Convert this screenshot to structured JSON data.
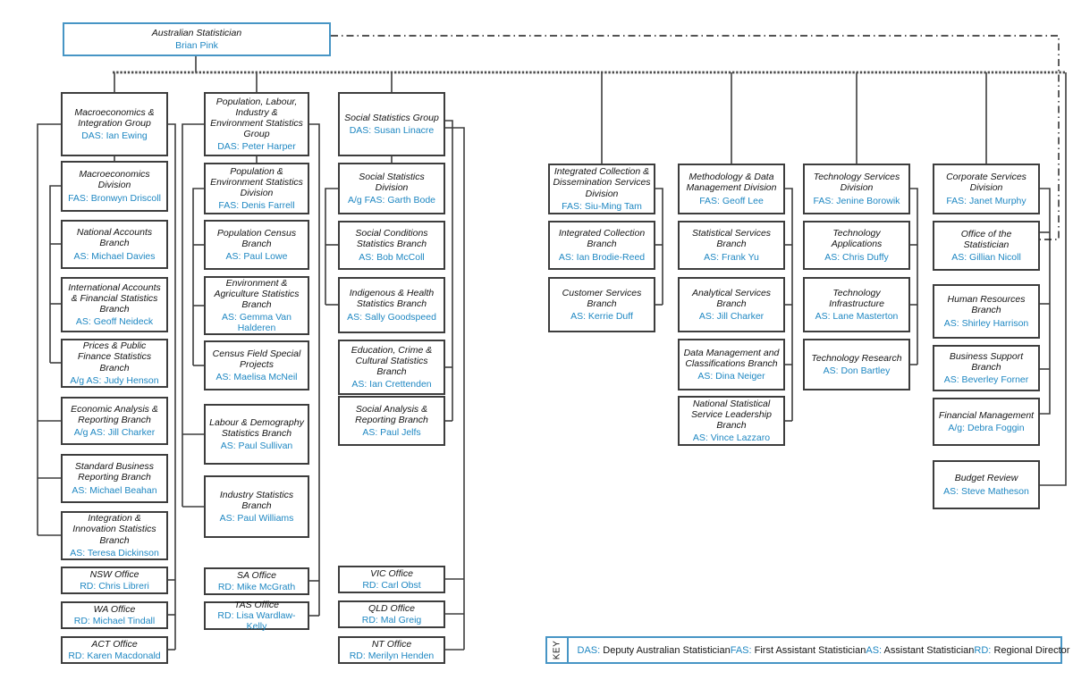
{
  "title_box": {
    "title": "Australian Statistician",
    "person": "Brian Pink"
  },
  "columns": [
    {
      "boxes": [
        {
          "title": "Macroeconomics & Integration Group",
          "person": "DAS: Ian Ewing"
        },
        {
          "title": "Macroeconomics Division",
          "person": "FAS: Bronwyn Driscoll"
        },
        {
          "title": "National Accounts Branch",
          "person": "AS: Michael Davies"
        },
        {
          "title": "International Accounts & Financial Statistics Branch",
          "person": "AS: Geoff Neideck"
        },
        {
          "title": "Prices & Public Finance Statistics Branch",
          "person": "A/g AS: Judy Henson"
        },
        {
          "title": "Economic Analysis & Reporting Branch",
          "person": "A/g AS: Jill Charker"
        },
        {
          "title": "Standard Business Reporting Branch",
          "person": "AS: Michael Beahan"
        },
        {
          "title": "Integration & Innovation Statistics Branch",
          "person": "AS: Teresa Dickinson"
        },
        {
          "title": "NSW Office",
          "person": "RD: Chris Libreri"
        },
        {
          "title": "WA Office",
          "person": "RD: Michael Tindall"
        },
        {
          "title": "ACT Office",
          "person": "RD: Karen Macdonald"
        }
      ]
    },
    {
      "boxes": [
        {
          "title": "Population, Labour, Industry & Environment Statistics Group",
          "person": "DAS: Peter Harper"
        },
        {
          "title": "Population & Environment Statistics Division",
          "person": "FAS: Denis Farrell"
        },
        {
          "title": "Population Census Branch",
          "person": "AS: Paul Lowe"
        },
        {
          "title": "Environment & Agriculture Statistics Branch",
          "person": "AS: Gemma Van Halderen"
        },
        {
          "title": "Census Field Special Projects",
          "person": "AS: Maelisa McNeil"
        },
        {
          "title": "Labour & Demography Statistics Branch",
          "person": "AS: Paul Sullivan"
        },
        {
          "title": "Industry Statistics Branch",
          "person": "AS: Paul Williams"
        },
        {
          "title": "SA Office",
          "person": "RD: Mike McGrath"
        },
        {
          "title": "TAS Office",
          "person": "RD: Lisa Wardlaw-Kelly"
        }
      ]
    },
    {
      "boxes": [
        {
          "title": "Social Statistics Group",
          "person": "DAS: Susan Linacre"
        },
        {
          "title": "Social Statistics Division",
          "person": "A/g FAS: Garth Bode"
        },
        {
          "title": "Social Conditions Statistics Branch",
          "person": "AS: Bob McColl"
        },
        {
          "title": "Indigenous & Health Statistics Branch",
          "person": "AS: Sally Goodspeed"
        },
        {
          "title": "Education, Crime & Cultural Statistics Branch",
          "person": "AS: Ian Crettenden"
        },
        {
          "title": "Social Analysis & Reporting Branch",
          "person": "AS: Paul Jelfs"
        },
        {
          "title": "VIC Office",
          "person": "RD: Carl Obst"
        },
        {
          "title": "QLD Office",
          "person": "RD: Mal Greig"
        },
        {
          "title": "NT Office",
          "person": "RD: Merilyn Henden"
        }
      ]
    },
    {
      "boxes": [
        {
          "title": "Integrated Collection & Dissemination Services Division",
          "person": "FAS: Siu-Ming Tam"
        },
        {
          "title": "Integrated Collection Branch",
          "person": "AS: Ian Brodie-Reed"
        },
        {
          "title": "Customer Services Branch",
          "person": "AS: Kerrie Duff"
        }
      ]
    },
    {
      "boxes": [
        {
          "title": "Methodology & Data Management Division",
          "person": "FAS: Geoff Lee"
        },
        {
          "title": "Statistical Services Branch",
          "person": "AS: Frank Yu"
        },
        {
          "title": "Analytical Services Branch",
          "person": "AS: Jill Charker"
        },
        {
          "title": "Data Management and Classifications Branch",
          "person": "AS: Dina Neiger"
        },
        {
          "title": "National Statistical Service Leadership Branch",
          "person": "AS: Vince Lazzaro"
        }
      ]
    },
    {
      "boxes": [
        {
          "title": "Technology Services Division",
          "person": "FAS: Jenine Borowik"
        },
        {
          "title": "Technology Applications",
          "person": "AS: Chris Duffy"
        },
        {
          "title": "Technology Infrastructure",
          "person": "AS: Lane Masterton"
        },
        {
          "title": "Technology Research",
          "person": "AS: Don Bartley"
        }
      ]
    },
    {
      "boxes": [
        {
          "title": "Corporate Services Division",
          "person": "FAS: Janet Murphy"
        },
        {
          "title": "Office of the Statistician",
          "person": "AS: Gillian Nicoll"
        },
        {
          "title": "Human Resources Branch",
          "person": "AS: Shirley Harrison"
        },
        {
          "title": "Business Support Branch",
          "person": "AS: Beverley Forner"
        },
        {
          "title": "Financial Management",
          "person": "A/g: Debra Foggin"
        },
        {
          "title": "Budget Review",
          "person": "AS: Steve Matheson"
        }
      ]
    }
  ],
  "key": {
    "label": "KEY",
    "items": [
      {
        "abbr": "DAS:",
        "text": "Deputy Australian Statistician"
      },
      {
        "abbr": "FAS:",
        "text": "First Assistant Statistician"
      },
      {
        "abbr": "AS:",
        "text": "Assistant Statistician"
      },
      {
        "abbr": "RD:",
        "text": "Regional Director"
      }
    ]
  },
  "colors": {
    "accent_blue": "#1e87c2",
    "box_border_dark": "#3d3d3d",
    "blue_border": "#4795c5"
  }
}
